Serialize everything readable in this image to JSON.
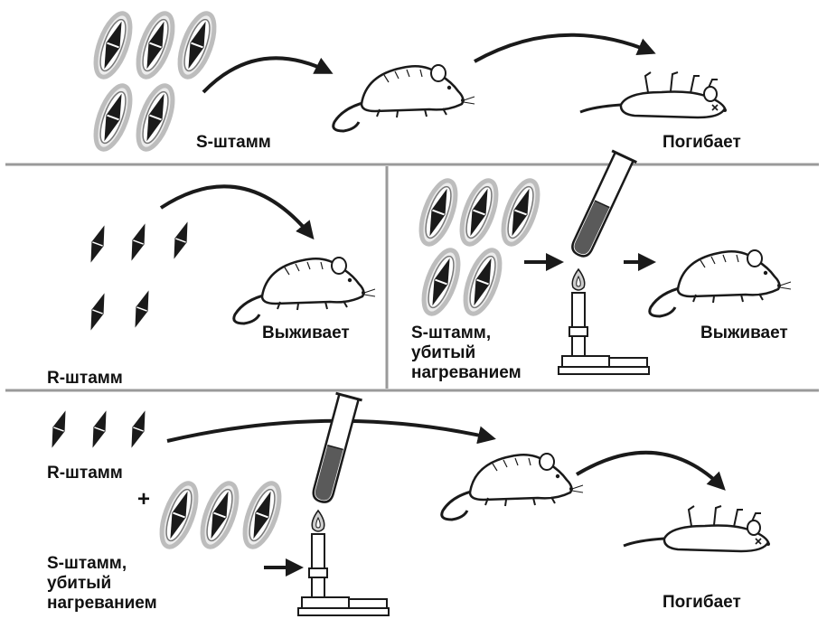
{
  "experiment1": {
    "strain_label": "S-штамм",
    "outcome": "Погибает"
  },
  "experiment2": {
    "strain_label": "R-штамм",
    "outcome": "Выживает"
  },
  "experiment3": {
    "strain_label_line1": "S-штамм,",
    "strain_label_line2": "убитый",
    "strain_label_line3": "нагреванием",
    "outcome": "Выживает"
  },
  "experiment4": {
    "r_label": "R-штамм",
    "plus_sign": "+",
    "s_label_line1": "S-штамм,",
    "s_label_line2": "убитый",
    "s_label_line3": "нагреванием",
    "outcome": "Погибает"
  },
  "colors": {
    "ink": "#1a1a1a",
    "capsule": "#bdbdbd",
    "divider": "#9a9a9a",
    "flame": "#c8c8c8"
  },
  "icons": [
    "encapsulated-bacterium-icon",
    "bacterium-icon",
    "live-mouse-icon",
    "dead-mouse-icon",
    "test-tube-icon",
    "bunsen-burner-icon",
    "arrow-icon"
  ]
}
